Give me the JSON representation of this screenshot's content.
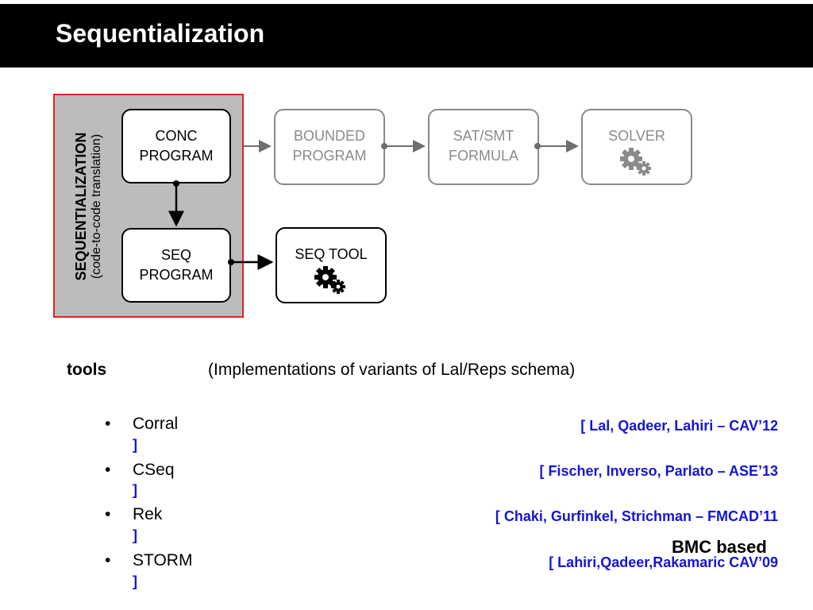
{
  "slide": {
    "title": "Sequentialization"
  },
  "diagram": {
    "panel": {
      "label": "SEQUENTIALIZATION",
      "sublabel": "(code-to-code translation)"
    },
    "nodes": {
      "conc_program": "CONC\nPROGRAM",
      "seq_program": "SEQ\nPROGRAM",
      "bounded_program": "BOUNDED\nPROGRAM",
      "sat_smt_formula": "SAT/SMT\nFORMULA",
      "solver": "SOLVER",
      "seq_tool": "SEQ TOOL"
    },
    "icons": {
      "solver": "gears-icon",
      "seq_tool": "gears-icon"
    },
    "colors": {
      "panel_border": "#e8201d",
      "panel_fill": "#bcbcbc",
      "active": "#000000",
      "inactive": "#8a8a8a"
    }
  },
  "tools": {
    "keyword": "tools",
    "description": "(Implementations of variants of Lal/Reps schema)",
    "bullet": "•",
    "items": [
      {
        "name": "Corral",
        "citation": "[ Lal, Qadeer, Lahiri – CAV’12",
        "citation_end": "]"
      },
      {
        "name": "CSeq",
        "citation": "[ Fischer, Inverso, Parlato – ASE’13",
        "citation_end": "]"
      },
      {
        "name": "Rek",
        "citation": "[ Chaki, Gurfinkel, Strichman – FMCAD’11",
        "citation_end": "]"
      },
      {
        "name": "STORM",
        "citation": "[ Lahiri,Qadeer,Rakamaric CAV’09",
        "citation_end": "]"
      }
    ],
    "citation_color": "#1515d6"
  },
  "note": "BMC based"
}
